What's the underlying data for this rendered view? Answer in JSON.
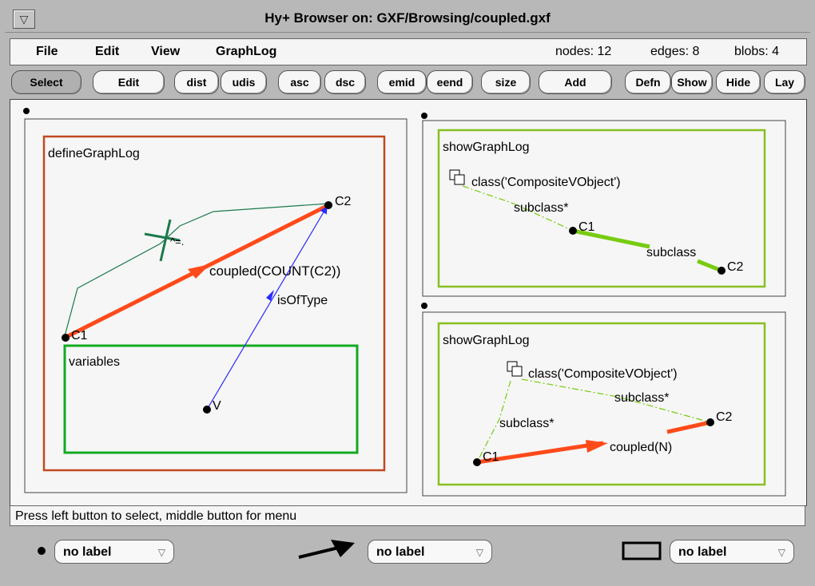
{
  "window": {
    "title": "Hy+ Browser on: GXF/Browsing/coupled.gxf",
    "menu_button_glyph": "▽"
  },
  "menubar": {
    "items": [
      "File",
      "Edit",
      "View",
      "GraphLog"
    ],
    "stats": {
      "nodes": "nodes: 12",
      "edges": "edges: 8",
      "blobs": "blobs: 4"
    }
  },
  "toolbar": {
    "buttons": [
      "Select",
      "Edit",
      "dist",
      "udis",
      "asc",
      "dsc",
      "emid",
      "eend",
      "size",
      "Add",
      "Defn",
      "Show",
      "Hide",
      "Lay"
    ],
    "selected": "Select"
  },
  "panels": {
    "define": {
      "title": "defineGraphLog",
      "variables_title": "variables",
      "labels": {
        "c1": "C1",
        "c2": "C2",
        "coupled": "coupled(COUNT(C2))",
        "isoftype": "isOfType",
        "v": "V",
        "negation": "^=."
      },
      "colors": {
        "frame": "#c04a20",
        "thick_edge": "#ff4a1a",
        "thin_edge": "#1a7a4a",
        "blue_edge": "#2a2aff",
        "var_frame": "#11aa22"
      }
    },
    "show1": {
      "title": "showGraphLog",
      "labels": {
        "class": "class('CompositeVObject')",
        "subclass_star": "subclass*",
        "c1": "C1",
        "subclass": "subclass",
        "c2": "C2"
      },
      "colors": {
        "frame": "#88c020",
        "edge": "#77cc11"
      }
    },
    "show2": {
      "title": "showGraphLog",
      "labels": {
        "class": "class('CompositeVObject')",
        "subclass_star_a": "subclass*",
        "subclass_star_b": "subclass*",
        "c1": "C1",
        "c2": "C2",
        "coupled": "coupled(N)"
      },
      "colors": {
        "frame": "#88c020",
        "edge": "#77cc11",
        "thick_edge": "#ff4a1a"
      }
    }
  },
  "status_text": "Press left button to select, middle button for menu",
  "bottom": {
    "node_label": "no label",
    "edge_label": "no label",
    "blob_label": "no label",
    "arrow_glyph": "▽"
  }
}
